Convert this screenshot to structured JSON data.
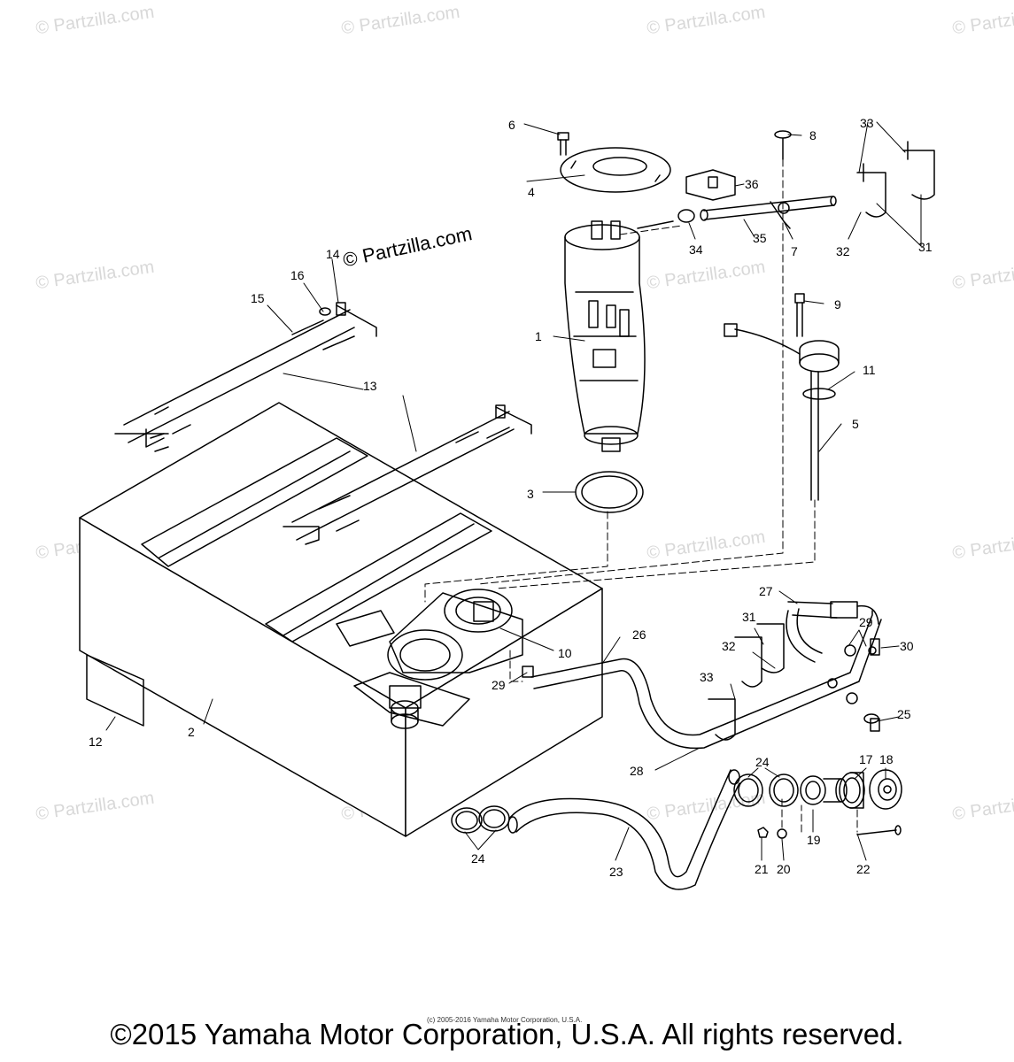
{
  "watermark": "© Partzilla.com",
  "stamp": "© Partzilla.com",
  "small_note": "(c) 2005-2016 Yamaha Motor Corporation, U.S.A.",
  "footer": "©2015 Yamaha Motor Corporation, U.S.A. All rights reserved.",
  "callouts": [
    "1",
    "2",
    "3",
    "4",
    "5",
    "6",
    "7",
    "8",
    "9",
    "10",
    "11",
    "12",
    "13",
    "14",
    "15",
    "16",
    "17",
    "18",
    "19",
    "20",
    "21",
    "22",
    "23",
    "24",
    "25",
    "26",
    "27",
    "28",
    "29",
    "30",
    "31",
    "32",
    "33",
    "34",
    "35",
    "36"
  ],
  "colors": {
    "line": "#000000",
    "watermark": "#d8d8d8",
    "background": "#ffffff"
  }
}
